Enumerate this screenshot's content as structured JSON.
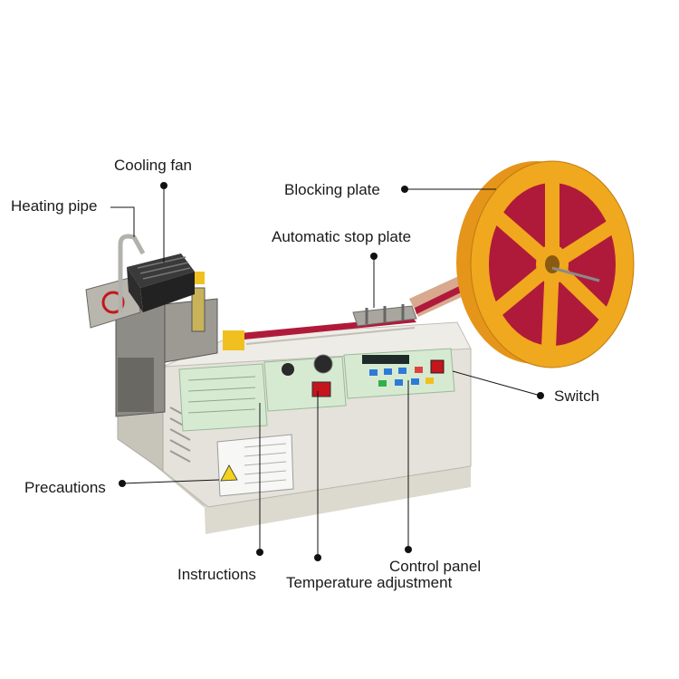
{
  "labels": {
    "cooling_fan": "Cooling fan",
    "heating_pipe": "Heating pipe",
    "blocking_plate": "Blocking plate",
    "automatic_stop_plate": "Automatic stop plate",
    "switch": "Switch",
    "precautions": "Precautions",
    "instructions": "Instructions",
    "temperature_adjustment": "Temperature adjustment",
    "control_panel": "Control panel"
  },
  "colors": {
    "machine_body": "#e4e2da",
    "reel": "#f0a81e",
    "ribbon": "#b01a3a",
    "panel_green": "#d6ead2",
    "leader": "#111111"
  }
}
